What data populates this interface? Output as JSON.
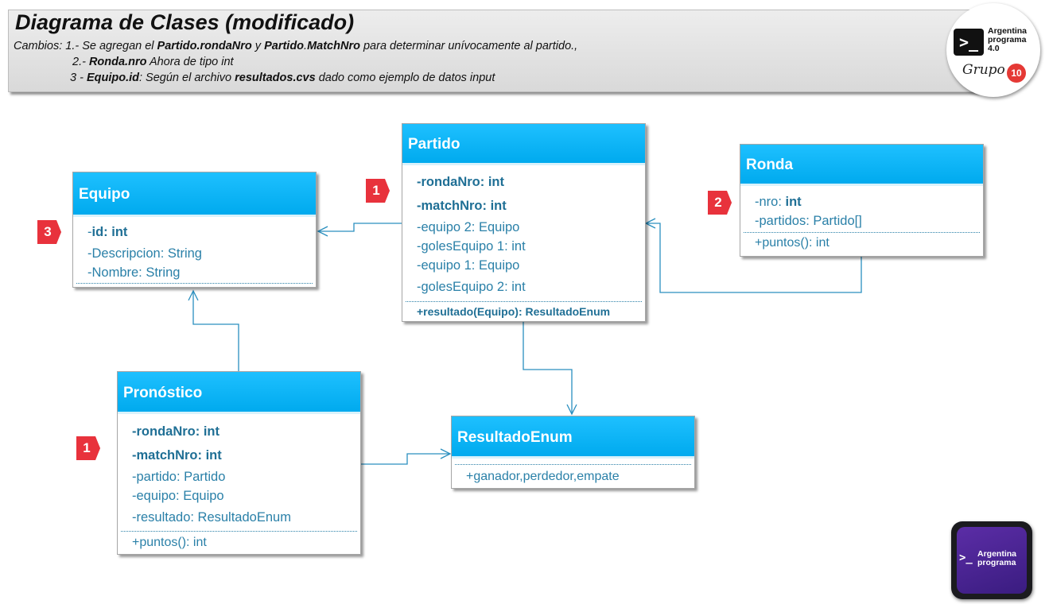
{
  "header": {
    "title": "Diagrama de Clases (modificado)",
    "line1": [
      "Cambios: 1.- Se agregan el ",
      "Partido",
      ".",
      "rondaNro",
      " y ",
      "Partido",
      ".",
      "MatchNro",
      " para determinar unívocamente al partido.,"
    ],
    "line2": [
      "2.- ",
      "Ronda.nro",
      " Ahora de tipo int"
    ],
    "line3": [
      "3 - ",
      "Equipo.id",
      ": Según el archivo ",
      "resultados.cvs",
      " dado como ejemplo de datos input"
    ]
  },
  "logo_top": {
    "line1": "Argentina",
    "line2": "programa",
    "line3": "4.0",
    "grupo": "Grupo",
    "grupo_num": "10"
  },
  "logo_bottom": {
    "line1": "Argentina",
    "line2": "programa"
  },
  "classes": {
    "equipo": {
      "name": "Equipo",
      "attrs": [
        "-",
        "id: int",
        "-Descripcion: String",
        "-Nombre: String"
      ]
    },
    "partido": {
      "name": "Partido",
      "attrs": [
        "-rondaNro: int",
        "-matchNro: int",
        "-equipo 2: Equipo",
        "-golesEquipo 1: int",
        "-equipo 1: Equipo",
        "-golesEquipo 2: int"
      ],
      "ops": [
        "+resultado(Equipo): ResultadoEnum"
      ]
    },
    "ronda": {
      "name": "Ronda",
      "attr_nro_prefix": "-nro: ",
      "attr_nro_type": "int",
      "attr_partidos": "-partidos: Partido[]",
      "ops": [
        "+puntos(): int"
      ]
    },
    "pronostico": {
      "name": "Pronóstico",
      "attrs": [
        "-rondaNro: int",
        "-matchNro: int",
        "-partido: Partido",
        "-equipo: Equipo",
        "-resultado: ResultadoEnum"
      ],
      "ops": [
        "+puntos(): int"
      ]
    },
    "resultado_enum": {
      "name": "ResultadoEnum",
      "ops": [
        "+ganador,perdedor,empate"
      ]
    }
  },
  "markers": {
    "partido": "1",
    "ronda": "2",
    "equipo": "3",
    "pronostico": "1"
  },
  "colors": {
    "header_blue": "#00aaee",
    "text_blue": "#2a80a8",
    "marker_red": "#e8323c",
    "connector": "#2a8fbf"
  }
}
